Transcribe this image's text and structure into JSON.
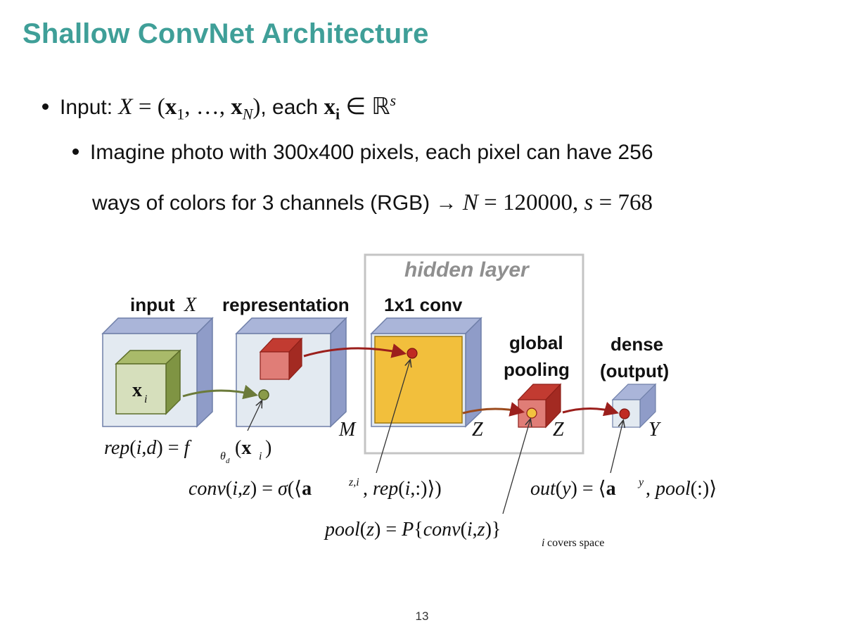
{
  "slide": {
    "title": "Shallow ConvNet Architecture",
    "page_number": "13"
  },
  "bullets": {
    "input_label": "Input:",
    "input_math": "X = (x₁, …, xₙ)",
    "input_each": ", each",
    "input_member": "xᵢ ∈ ℝˢ",
    "line2": "Imagine photo with 300x400 pixels, each pixel can have 256",
    "line3": "ways of colors for 3 channels (RGB) →",
    "line3_math": "N = 120000, s = 768"
  },
  "diagram": {
    "hidden_layer": "hidden layer",
    "input_label": "input",
    "input_var": "X",
    "representation": "representation",
    "conv1x1": "1x1 conv",
    "global_pooling_1": "global",
    "global_pooling_2": "pooling",
    "dense_1": "dense",
    "dense_2": "(output)",
    "xi": "x",
    "xi_sub": "i",
    "dim_M": "M",
    "dim_Z1": "Z",
    "dim_Z2": "Z",
    "dim_Y": "Y",
    "colors": {
      "input_face": "#e3eaf1",
      "side": "#8f9cc8",
      "top": "#aab5d9",
      "green_front": "#d6dfbc",
      "green_side": "#7f9443",
      "conv_yellow": "#f2bf3c",
      "red": "#c23b31",
      "pink": "#e07d77",
      "arrow_green": "#6b7a3a",
      "arrow_red": "#9b1f1c"
    }
  },
  "formulas": {
    "rep": "rep(i,d) = fθd (xᵢ)",
    "conv": "conv(i,z) = σ(⟨a^{z,i}, rep(i,:)⟩)",
    "pool": "pool(z) = P{conv(i,z)} i covers space",
    "out": "out(y) = ⟨a^y, pool(:)⟩",
    "pool_subscript": "covers space"
  }
}
